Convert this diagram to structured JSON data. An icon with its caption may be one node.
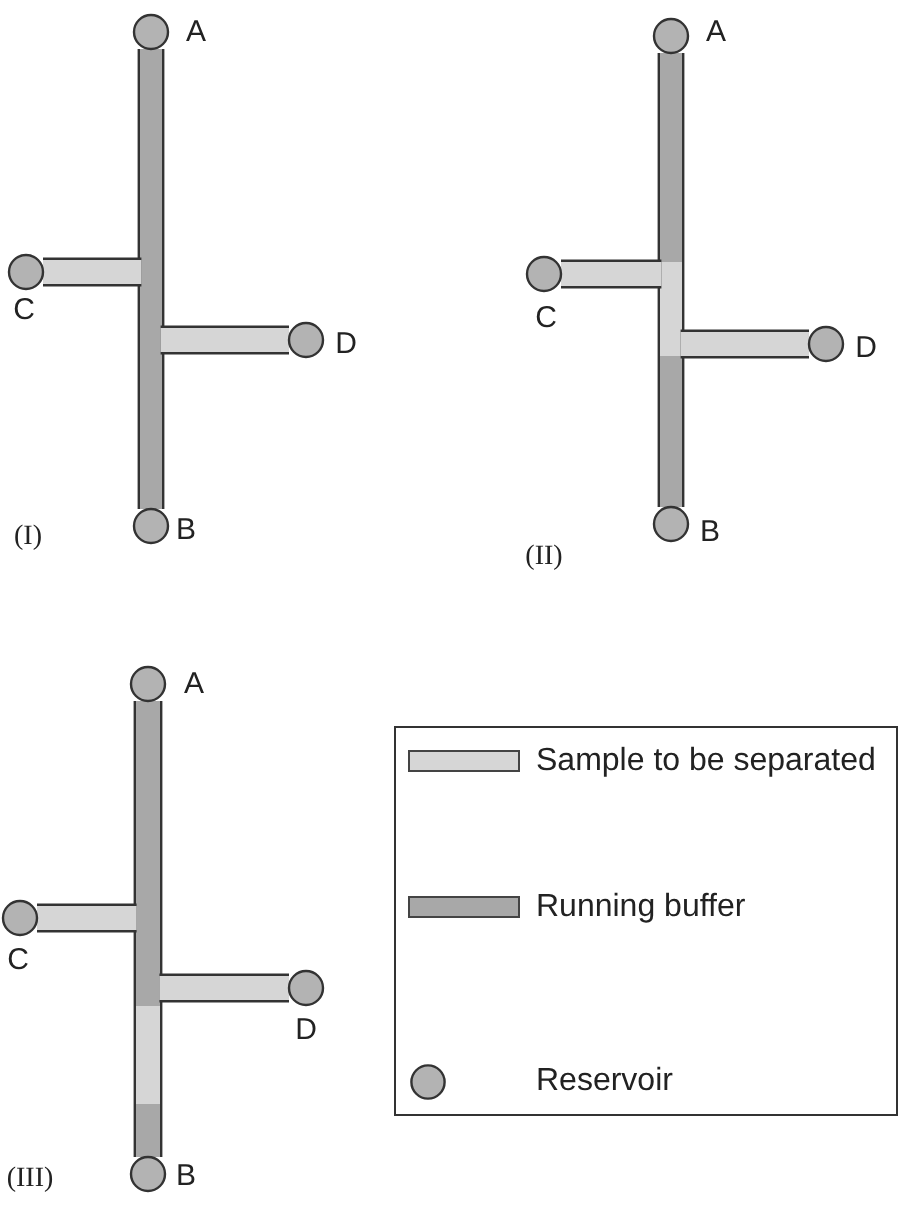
{
  "diagram": {
    "nodes": [
      {
        "text": [],
        "shape": "circle",
        "beside": [
          "A"
        ]
      },
      {
        "text": [],
        "shape": "circle",
        "beside": [
          "C"
        ]
      },
      {
        "text": [],
        "shape": "circle",
        "beside": [
          "D"
        ]
      },
      {
        "text": [],
        "shape": "circle",
        "beside": [
          "B"
        ]
      },
      {
        "text": [],
        "shape": "circle",
        "beside": [
          "A"
        ]
      },
      {
        "text": [],
        "shape": "circle",
        "beside": [
          "C"
        ]
      },
      {
        "text": [],
        "shape": "circle",
        "beside": [
          "D"
        ]
      },
      {
        "text": [],
        "shape": "circle",
        "beside": [
          "B"
        ]
      },
      {
        "text": [],
        "shape": "circle",
        "beside": [
          "A"
        ]
      },
      {
        "text": [],
        "shape": "circle",
        "beside": [
          "C"
        ]
      },
      {
        "text": [],
        "shape": "circle",
        "beside": [
          "D"
        ]
      },
      {
        "text": [],
        "shape": "circle",
        "beside": [
          "B"
        ]
      }
    ],
    "edges": [
      {
        "from": 0,
        "to": 3,
        "arrow": "none"
      },
      {
        "from": 1,
        "to": null,
        "arrow": "none"
      },
      {
        "from": 2,
        "to": null,
        "arrow": "none"
      },
      {
        "from": 4,
        "to": 7,
        "arrow": "none"
      },
      {
        "from": 5,
        "to": null,
        "arrow": "none"
      },
      {
        "from": 6,
        "to": null,
        "arrow": "none"
      },
      {
        "from": 8,
        "to": 11,
        "arrow": "none"
      },
      {
        "from": 9,
        "to": null,
        "arrow": "none"
      },
      {
        "from": 10,
        "to": null,
        "arrow": "none"
      }
    ],
    "labels": [
      "(I)",
      "(II)",
      "(III)"
    ],
    "legend": [
      {
        "text": "Sample to be separated",
        "color": "#d6d6d6"
      },
      {
        "text": "Running buffer",
        "color": "#a8a8a8"
      },
      {
        "text": "Reservoir"
      }
    ]
  }
}
